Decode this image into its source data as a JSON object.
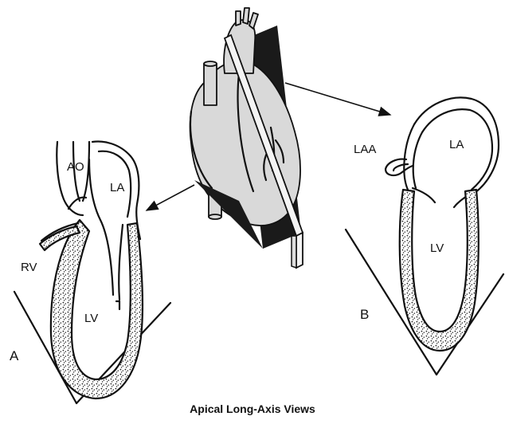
{
  "figure": {
    "caption": "Apical Long-Axis Views",
    "panel_a": {
      "letter": "A",
      "labels": {
        "ao": "AO",
        "la": "LA",
        "rv": "RV",
        "lv": "LV"
      }
    },
    "panel_b": {
      "letter": "B",
      "labels": {
        "laa": "LAA",
        "la": "LA",
        "lv": "LV"
      }
    }
  }
}
